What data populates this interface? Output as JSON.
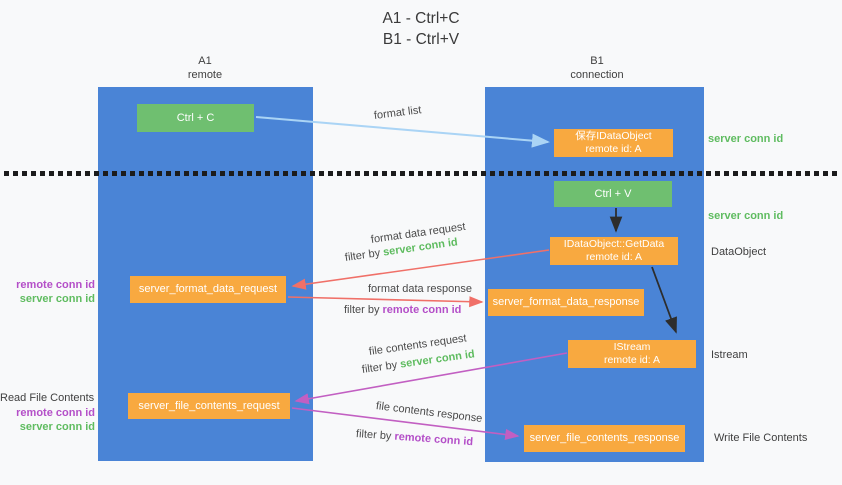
{
  "title": {
    "line1": "A1 - Ctrl+C",
    "line2": "B1 - Ctrl+V"
  },
  "columns": {
    "left": {
      "name": "A1",
      "subtitle": "remote"
    },
    "right": {
      "name": "B1",
      "subtitle": "connection"
    }
  },
  "nodes": {
    "ctrl_c": {
      "label": "Ctrl + C"
    },
    "ctrl_v": {
      "label": "Ctrl + V"
    },
    "save_dataobject": {
      "line1": "保存IDataObject",
      "line2": "remote id: A"
    },
    "getdata": {
      "line1": "IDataObject::GetData",
      "line2": "remote id: A"
    },
    "istream": {
      "line1": "IStream",
      "line2": "remote id: A"
    },
    "server_format_data_request": {
      "label": "server_format_data_request"
    },
    "server_format_data_response": {
      "label": "server_format_data_response"
    },
    "server_file_contents_request": {
      "label": "server_file_contents_request"
    },
    "server_file_contents_response": {
      "label": "server_file_contents_response"
    }
  },
  "edge_labels": {
    "format_list": "format list",
    "format_data_request": "format data request",
    "format_data_response": "format data response",
    "file_contents_request": "file contents request",
    "file_contents_response": "file contents response"
  },
  "terms": {
    "filter_by": "filter by",
    "server_conn_id": "server conn id",
    "remote_conn_id": "remote conn id"
  },
  "side_labels": {
    "dataobject": "DataObject",
    "istream": "Istream",
    "read_file_contents": "Read File Contents",
    "write_file_contents": "Write File Contents"
  },
  "colors": {
    "lane_blue": "#4a84d6",
    "node_green": "#6fbf70",
    "node_orange": "#f8a940",
    "arrow_light_blue": "#aad4f5",
    "arrow_red": "#f07068",
    "arrow_magenta": "#c25fc2",
    "arrow_black": "#2d2d2d",
    "text_green": "#5fbc60",
    "text_purple": "#b44fc8",
    "text_dark": "#3f3f3f",
    "background": "#f8f9fa"
  }
}
